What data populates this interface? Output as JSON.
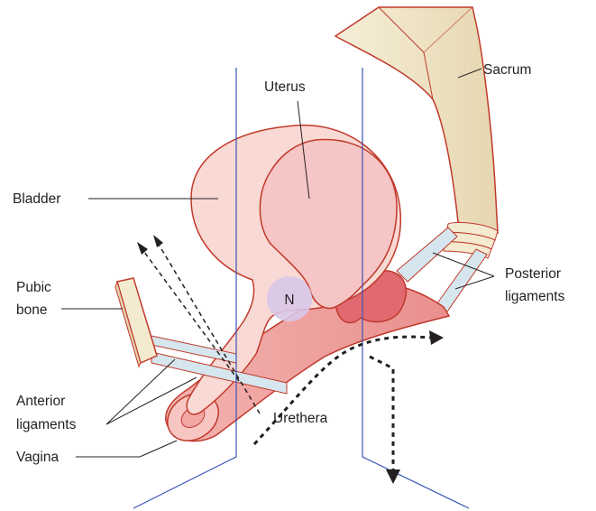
{
  "labels": {
    "uterus": "Uterus",
    "sacrum": "Sacrum",
    "bladder": "Bladder",
    "pubic_bone_line1": "Pubic",
    "pubic_bone_line2": "bone",
    "nerve_marker": "N",
    "posterior_ligaments_line1": "Posterior",
    "posterior_ligaments_line2": "ligaments",
    "anterior_ligaments_line1": "Anterior",
    "anterior_ligaments_line2": "ligaments",
    "vagina": "Vagina",
    "urethra": "Urethera"
  },
  "colors": {
    "bladder_fill": "#f9d9d4",
    "uterus_fill": "#f6c5c5",
    "outline": "#c0392b",
    "vagina_fill": "#ef9e9c",
    "bone_fill": "#f3ead0",
    "ligament_fill": "#d6e6ee",
    "plane_line": "#3a55b4",
    "nerve_fill": "#d8c6e8"
  }
}
